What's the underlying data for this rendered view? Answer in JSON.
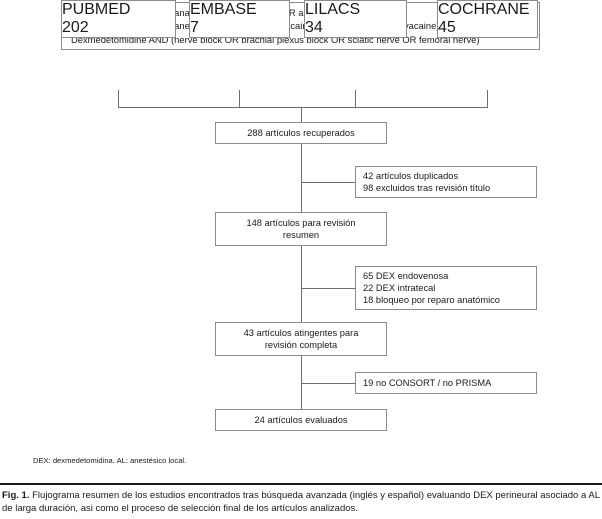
{
  "figure": {
    "query_lines": [
      "Dexmedetomidine AND (analgesia OR anesthesia OR anaesthesia)",
      "Dexmedetomidine AND (anesthetics local OR bupivacaine OR lidocaine OR ropivacaine)",
      "Dexmedetomidine AND (nerve block OR brachial plexus block OR sciatic nerve OR femoral nerve)"
    ],
    "databases": [
      {
        "name": "PUBMED",
        "count": "202"
      },
      {
        "name": "EMBASE",
        "count": "7"
      },
      {
        "name": "LILACS",
        "count": "34"
      },
      {
        "name": "COCHRANE",
        "count": "45"
      }
    ],
    "stages": {
      "retrieved": {
        "line1": "288 artículos recuperados"
      },
      "abstract_review": {
        "line1": "148 artículos para revisión",
        "line2": "resumen"
      },
      "full_review": {
        "line1": "43 artículos atingentes para",
        "line2": "revisión completa"
      },
      "evaluated": {
        "line1": "24 artículos evaluados"
      }
    },
    "exclusions": {
      "after_title": {
        "line1": "42 artículos duplicados",
        "line2": "98 excluidos tras revisión título"
      },
      "after_abstract": {
        "line1": "65 DEX endovenosa",
        "line2": "22 DEX intratecal",
        "line3": "18 bloqueo por reparo anatómico"
      },
      "after_full": {
        "line1": "19 no CONSORT / no PRISMA"
      }
    },
    "footnote": "DEX: dexmedetomidina. AL: anestésico local.",
    "caption": {
      "label": "Fig. 1.",
      "text": " Flujograma resumen de los estudios encontrados tras búsqueda avanzada (inglés y español) evaluando DEX perineural asociado a AL de larga duración, asi como el proceso de selección final de los artículos analizados."
    },
    "colors": {
      "box_border": "#8c8c8c",
      "connector": "#6e6e6e",
      "text": "#1a1a1a",
      "rule": "#1a1a1a"
    }
  }
}
